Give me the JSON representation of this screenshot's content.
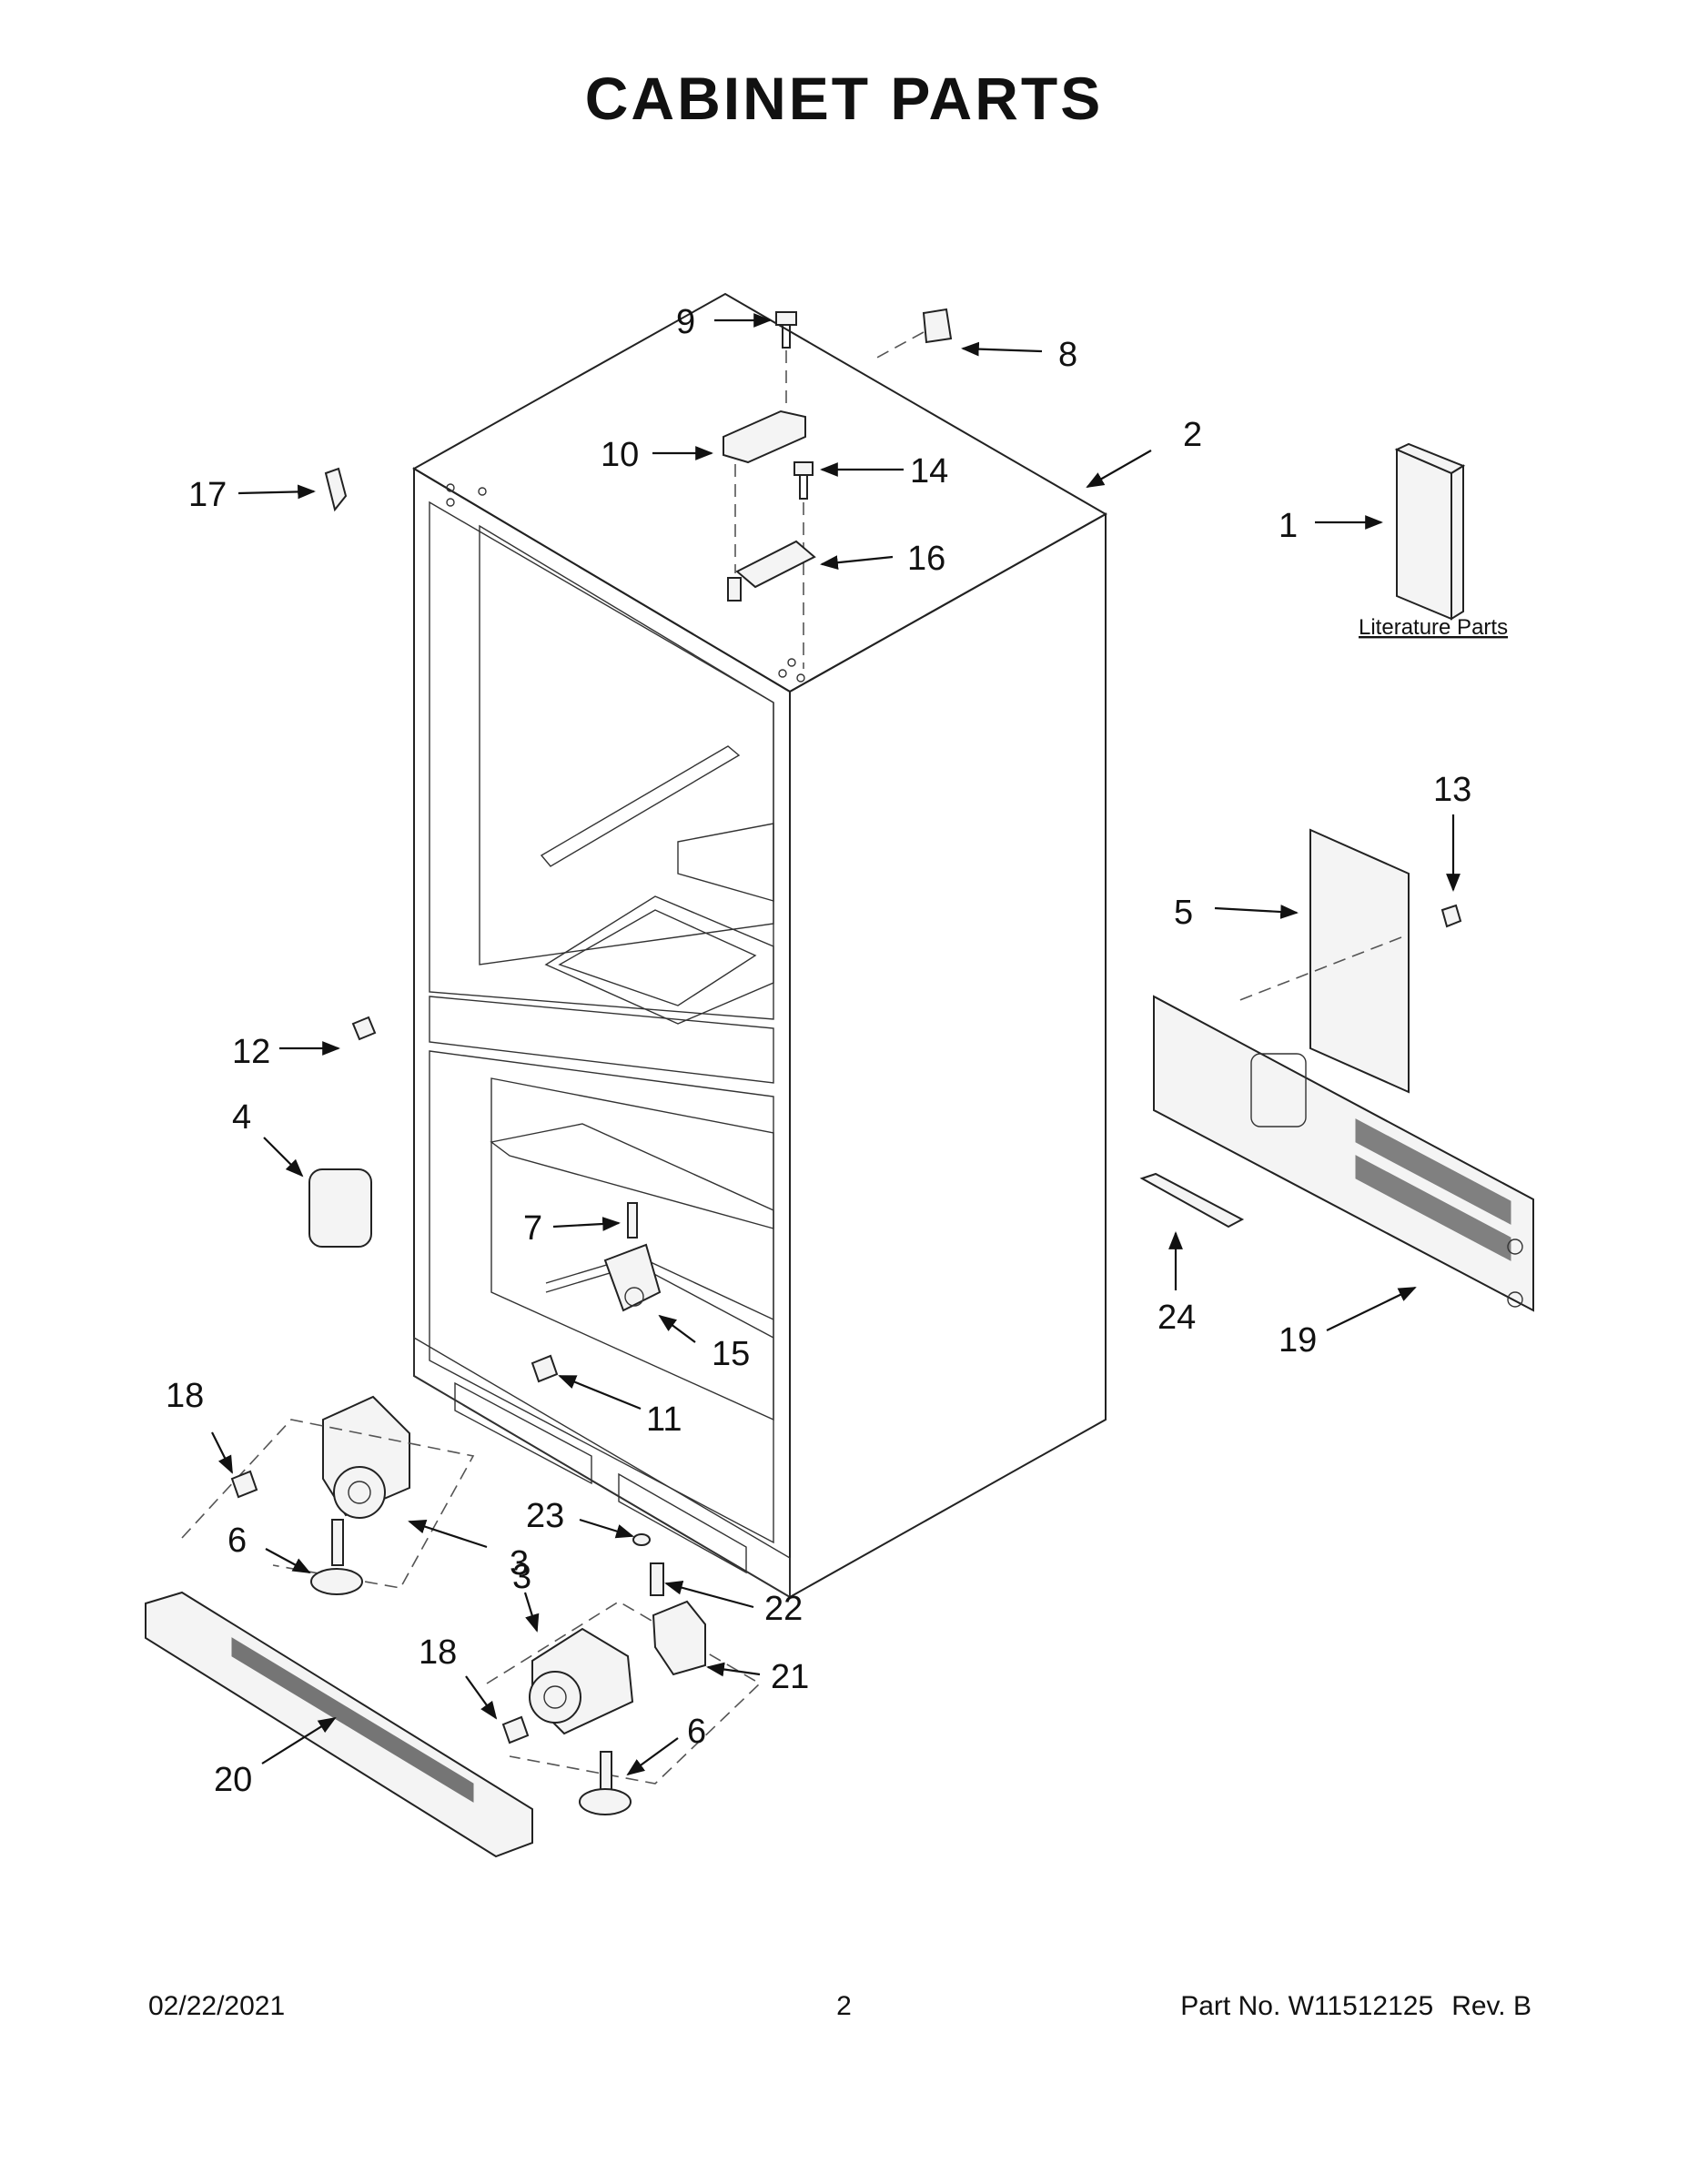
{
  "page_title": "CABINET PARTS",
  "literature_label": "Literature Parts",
  "callouts": [
    "1",
    "2",
    "3",
    "3",
    "4",
    "5",
    "6",
    "6",
    "7",
    "8",
    "9",
    "10",
    "11",
    "12",
    "13",
    "14",
    "15",
    "16",
    "17",
    "18",
    "18",
    "19",
    "20",
    "21",
    "22",
    "23",
    "24"
  ],
  "footer": {
    "date": "02/22/2021",
    "page": "2",
    "part_label": "Part No.  W11512125",
    "rev": "Rev.  B"
  }
}
